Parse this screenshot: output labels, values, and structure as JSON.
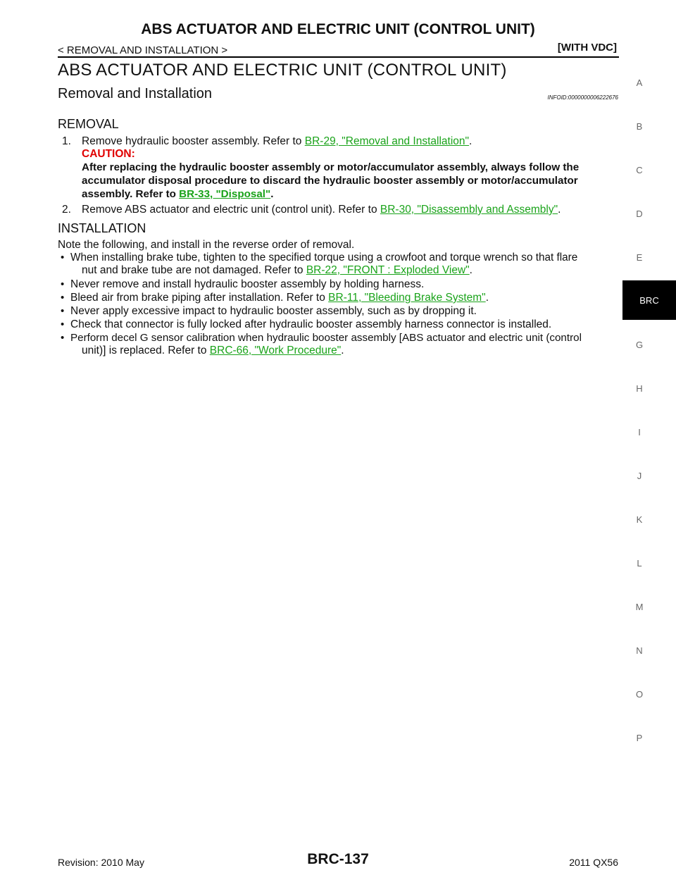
{
  "header": {
    "title": "ABS ACTUATOR AND ELECTRIC UNIT (CONTROL UNIT)",
    "breadcrumb": "< REMOVAL AND INSTALLATION >",
    "tag": "[WITH VDC]"
  },
  "main": {
    "section_title": "ABS ACTUATOR AND ELECTRIC UNIT (CONTROL UNIT)",
    "subsection_title": "Removal and Installation",
    "infoid": "INFOID:0000000006222676",
    "removal": {
      "heading": "REMOVAL",
      "step1": {
        "num": "1.",
        "text": "Remove hydraulic booster assembly. Refer to ",
        "link": "BR-29, \"Removal and Installation\"",
        "end": ".",
        "caution_label": "CAUTION:",
        "caution_line1": "After replacing the hydraulic booster assembly or motor/accumulator assembly, always follow the",
        "caution_line2": "accumulator disposal procedure to discard the hydraulic booster assembly or motor/accumulator",
        "caution_line3_text": "assembly. Refer to ",
        "caution_link": "BR-33, \"Disposal\"",
        "caution_end": "."
      },
      "step2": {
        "num": "2.",
        "text": "Remove ABS actuator and electric unit (control unit). Refer to ",
        "link": "BR-30, \"Disassembly and Assembly\"",
        "end": "."
      }
    },
    "installation": {
      "heading": "INSTALLATION",
      "note": "Note the following, and install in the reverse order of removal.",
      "b1_line1": "When installing brake tube, tighten to the specified torque using a crowfoot and torque wrench so that flare",
      "b1_line2_text": "nut and brake tube are not damaged. Refer to ",
      "b1_link": "BR-22, \"FRONT : Exploded View\"",
      "b1_end": ".",
      "b2": "Never remove and install hydraulic booster assembly by holding harness.",
      "b3_text": "Bleed air from brake piping after installation. Refer to ",
      "b3_link": "BR-11, \"Bleeding Brake System\"",
      "b3_end": ".",
      "b4": "Never apply excessive impact to hydraulic booster assembly, such as by dropping it.",
      "b5": "Check that connector is fully locked after hydraulic booster assembly harness connector is installed.",
      "b6_line1": "Perform decel G sensor calibration when hydraulic booster assembly [ABS actuator and electric unit (control",
      "b6_line2_text": "unit)] is replaced. Refer to ",
      "b6_link": "BRC-66, \"Work Procedure\"",
      "b6_end": "."
    }
  },
  "sidebar": {
    "letters": [
      "A",
      "B",
      "C",
      "D",
      "E",
      "BRC",
      "G",
      "H",
      "I",
      "J",
      "K",
      "L",
      "M",
      "N",
      "O",
      "P"
    ],
    "active_tab": "BRC",
    "active_color": "#000000"
  },
  "footer": {
    "revision": "Revision: 2010 May",
    "page": "BRC-137",
    "model": "2011 QX56"
  },
  "colors": {
    "link": "#1aa31a",
    "caution": "#e00000"
  }
}
